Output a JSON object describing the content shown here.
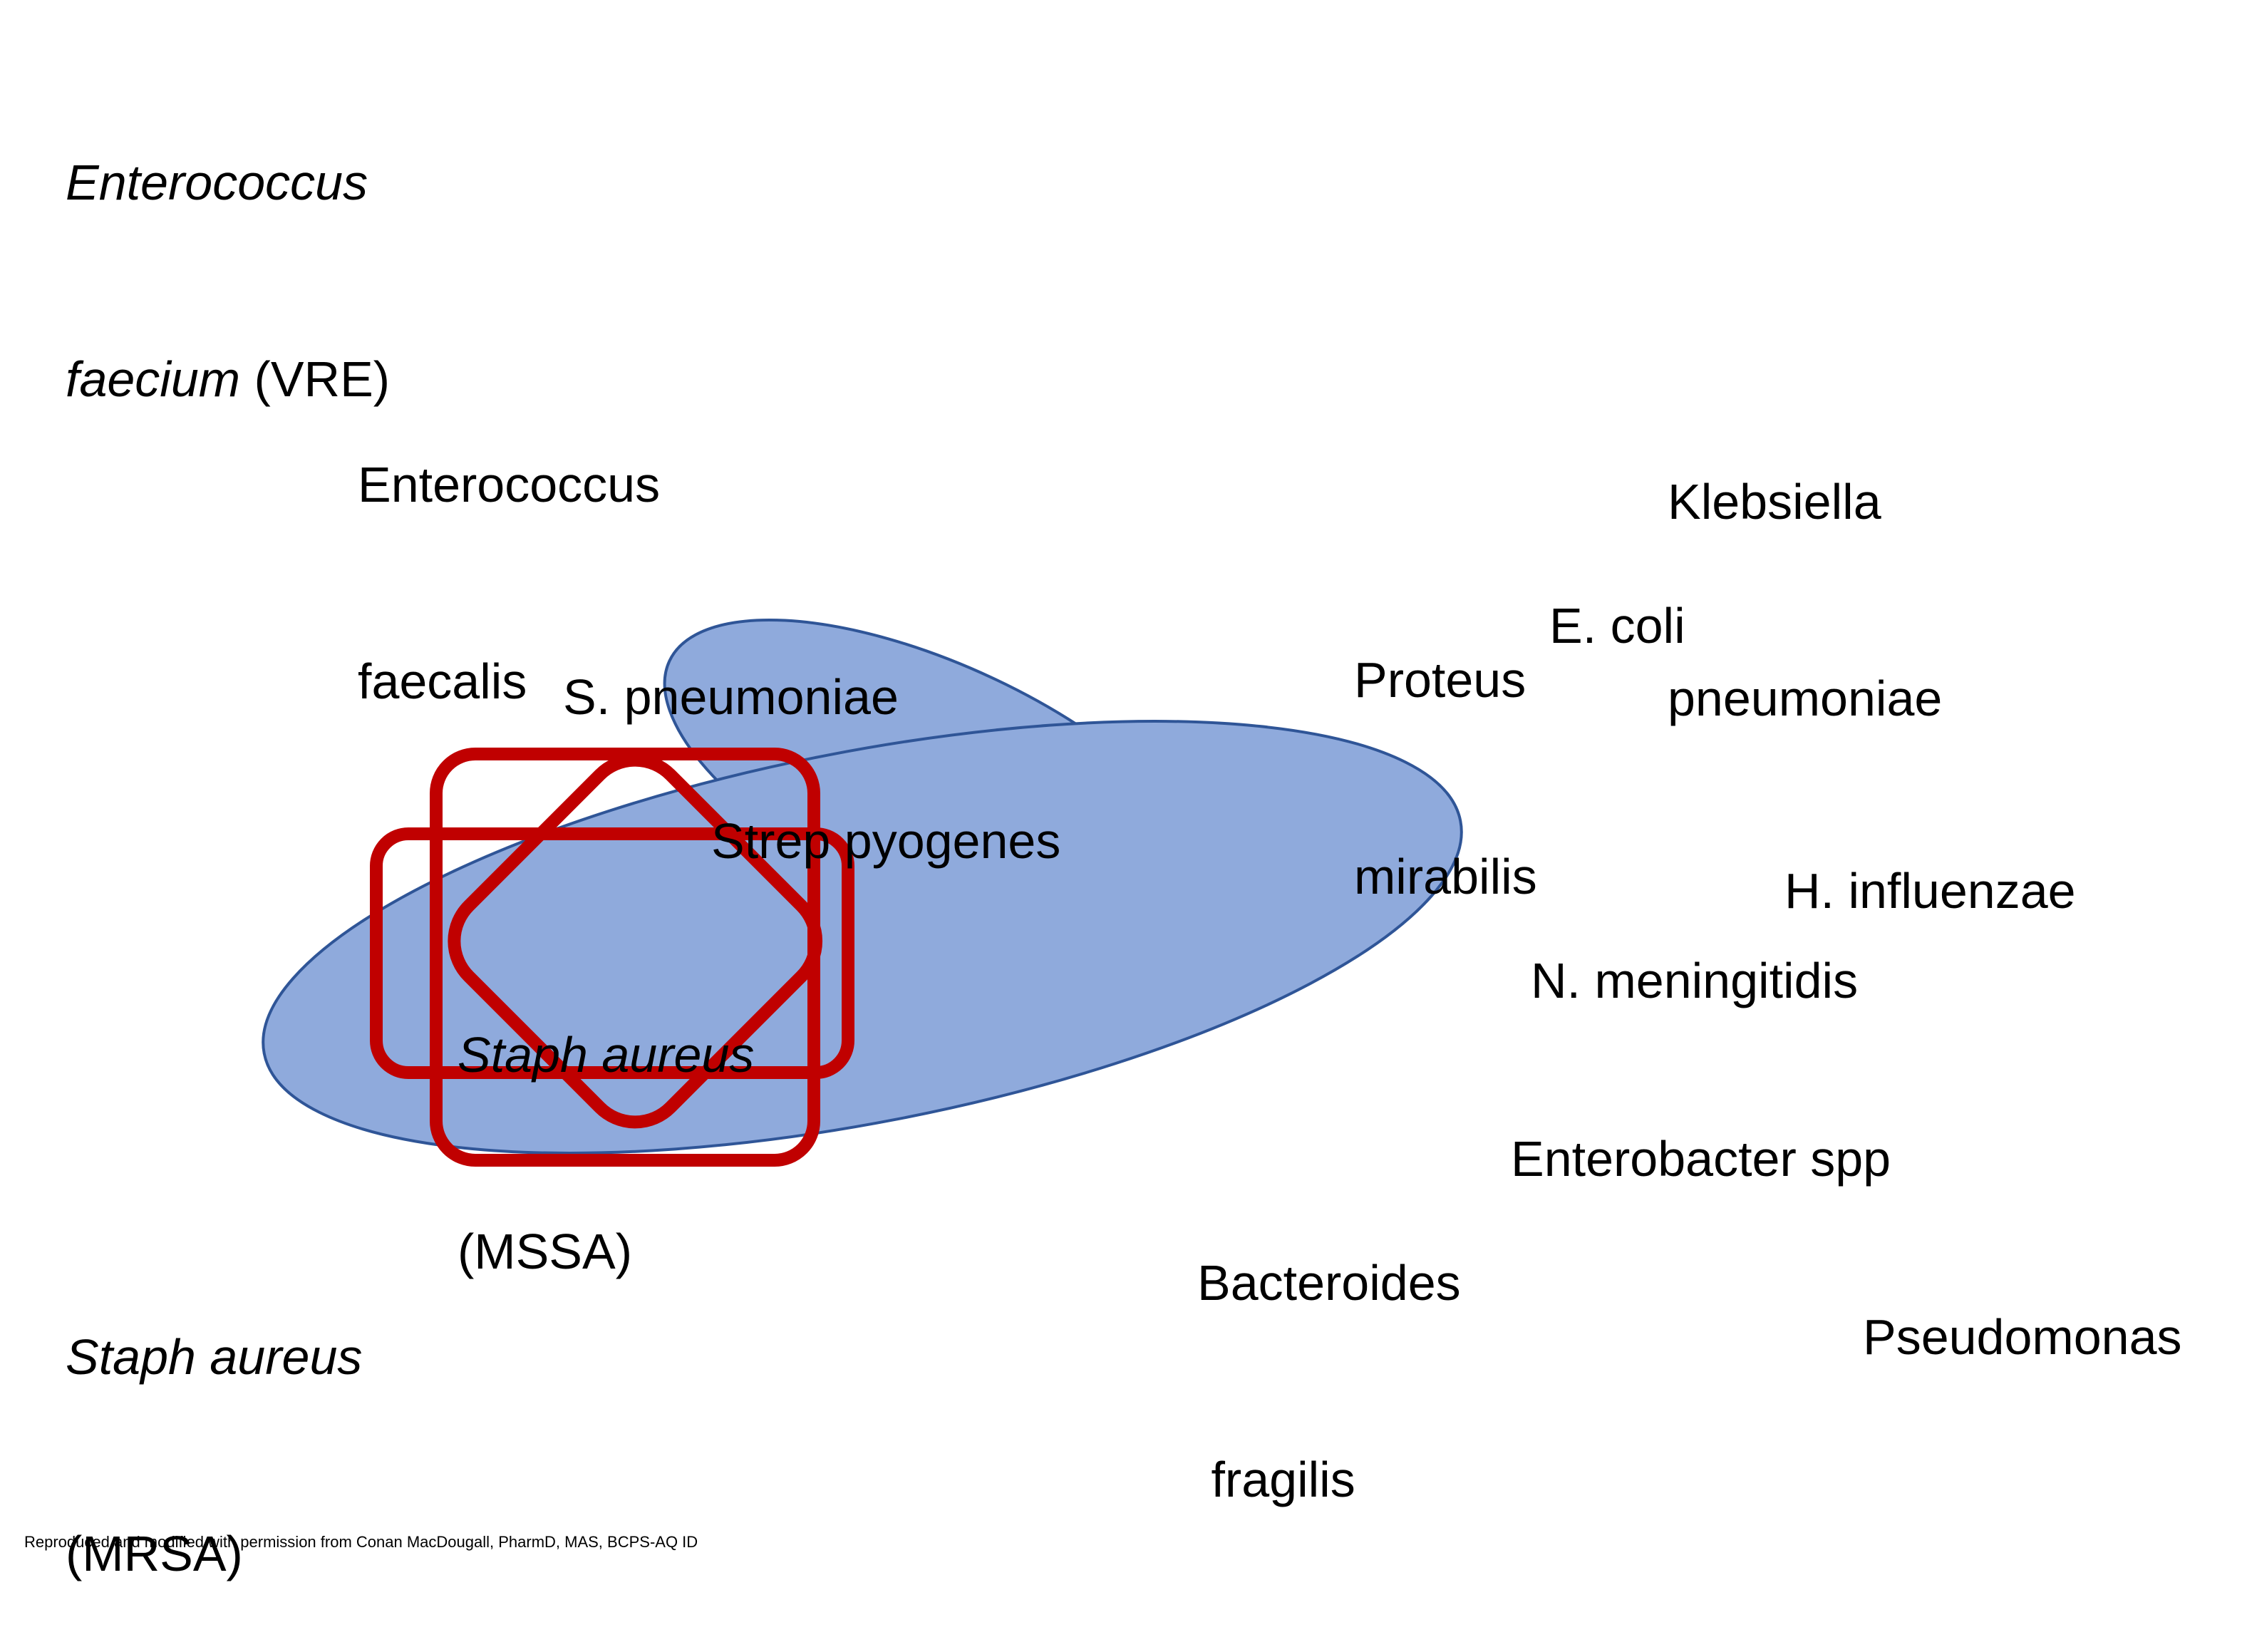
{
  "colors": {
    "ellipse_fill": "#8FAADC",
    "ellipse_stroke": "#2F5597",
    "outline_red": "#C00000",
    "text": "#000000",
    "background": "#FFFFFF"
  },
  "shapes": {
    "upper_ellipse": "Strep pyogenes coverage region",
    "lower_ellipse": "Staph aureus (MSSA) coverage region",
    "red_octagram": "Staph aureus (MSSA) highlight"
  },
  "organisms": {
    "enterococcus_faecium": {
      "line1": "Enterococcus",
      "line2_italic": "faecium",
      "line2_plain": " (VRE)"
    },
    "enterococcus_faecalis": {
      "line1": "Enterococcus",
      "line2": "faecalis"
    },
    "s_pneumoniae": "S. pneumoniae",
    "strep_pyogenes": "Strep pyogenes",
    "staph_aureus_mssa": {
      "line1": "Staph aureus",
      "line2": "(MSSA)"
    },
    "staph_aureus_mrsa": {
      "line1": "Staph aureus",
      "line2": "(MRSA)"
    },
    "klebsiella": {
      "line1": "Klebsiella",
      "line2": "pneumoniae"
    },
    "e_coli": "E. coli",
    "proteus": {
      "line1": "Proteus",
      "line2": "mirabilis"
    },
    "h_influenzae": "H. influenzae",
    "n_meningitidis": "N. meningitidis",
    "enterobacter": "Enterobacter spp",
    "bacteroides": {
      "line1": "Bacteroides",
      "line2": " fragilis"
    },
    "pseudomonas": "Pseudomonas"
  },
  "credit": "Reproduced and modified with permission from Conan MacDougall, PharmD, MAS, BCPS-AQ ID"
}
